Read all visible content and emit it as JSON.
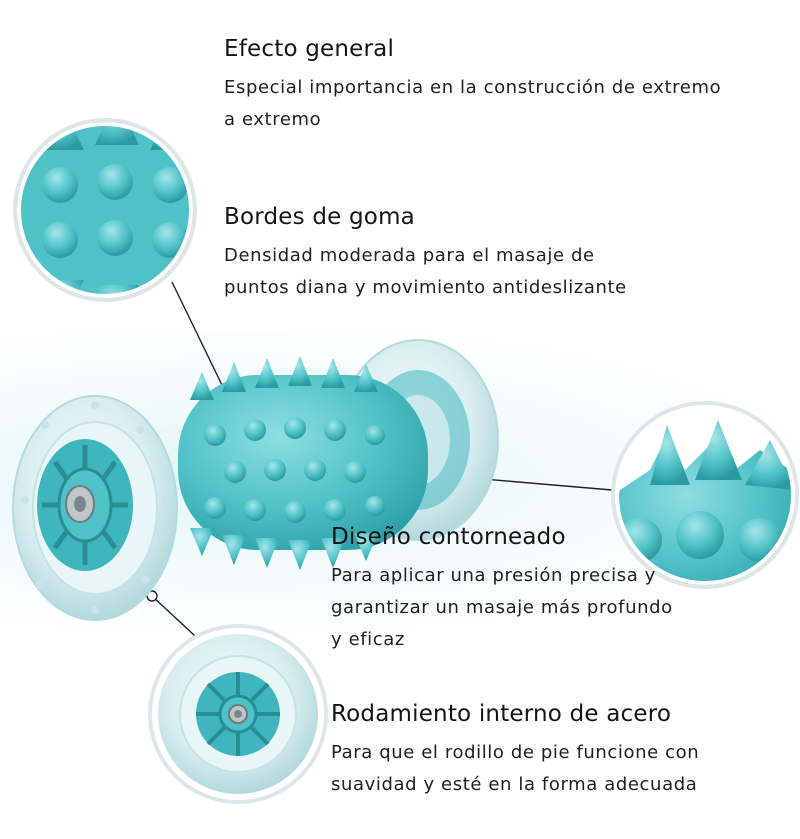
{
  "colors": {
    "accent_teal": "#4fc2c8",
    "teal_dark": "#2a9ba2",
    "wheel_clear": "#d9eef0",
    "text": "#1e1e1e"
  },
  "features": [
    {
      "title": "Efecto general",
      "lines": [
        "Especial importancia en la construcción de extremo",
        "a extremo"
      ]
    },
    {
      "title": "Bordes de goma",
      "lines": [
        "Densidad moderada para el masaje de",
        "puntos diana y movimiento antideslizante"
      ]
    },
    {
      "title": "Diseño contorneado",
      "lines": [
        "Para aplicar una presión precisa y",
        "garantizar un masaje más profundo",
        "y eficaz"
      ]
    },
    {
      "title": "Rodamiento interno de acero",
      "lines": [
        "Para que el rodillo de pie funcione con",
        "suavidad y esté en la forma adecuada"
      ]
    }
  ]
}
